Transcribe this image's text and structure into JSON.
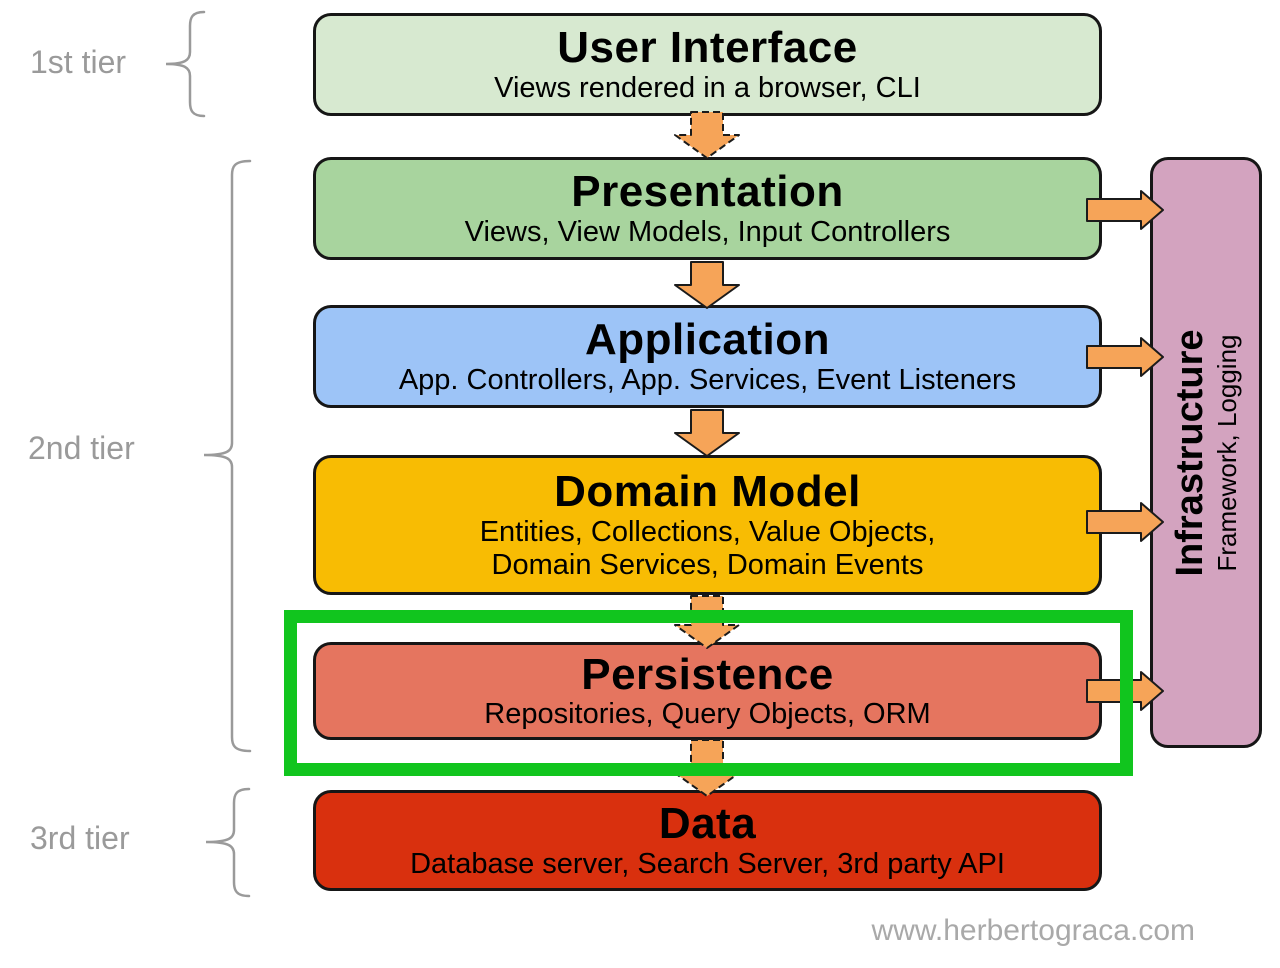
{
  "tiers": {
    "tier1": {
      "label": "1st tier"
    },
    "tier2": {
      "label": "2nd tier"
    },
    "tier3": {
      "label": "3rd tier"
    }
  },
  "layers": {
    "user_interface": {
      "title": "User Interface",
      "subtitle": "Views rendered in a browser, CLI",
      "color": "#d7e9d0"
    },
    "presentation": {
      "title": "Presentation",
      "subtitle": "Views, View Models, Input Controllers",
      "color": "#a8d49e"
    },
    "application": {
      "title": "Application",
      "subtitle": "App. Controllers, App. Services, Event Listeners",
      "color": "#9dc4f7"
    },
    "domain_model": {
      "title": "Domain Model",
      "subtitle_line1": "Entities, Collections, Value Objects,",
      "subtitle_line2": "Domain Services, Domain Events",
      "color": "#f8bc03"
    },
    "persistence": {
      "title": "Persistence",
      "subtitle": "Repositories, Query Objects, ORM",
      "color": "#e5755f",
      "highlighted": true
    },
    "data": {
      "title": "Data",
      "subtitle": "Database server, Search Server, 3rd party API",
      "color": "#d9300e"
    }
  },
  "infrastructure": {
    "title": "Infrastructure",
    "subtitle": "Framework, Logging",
    "color": "#d3a3bf"
  },
  "style": {
    "arrow_color": "#f6a458",
    "highlight_color": "#11c51e",
    "tier_label_color": "#9a9a9a",
    "box_border_color": "#161616"
  },
  "watermark": "www.herbertograca.com"
}
